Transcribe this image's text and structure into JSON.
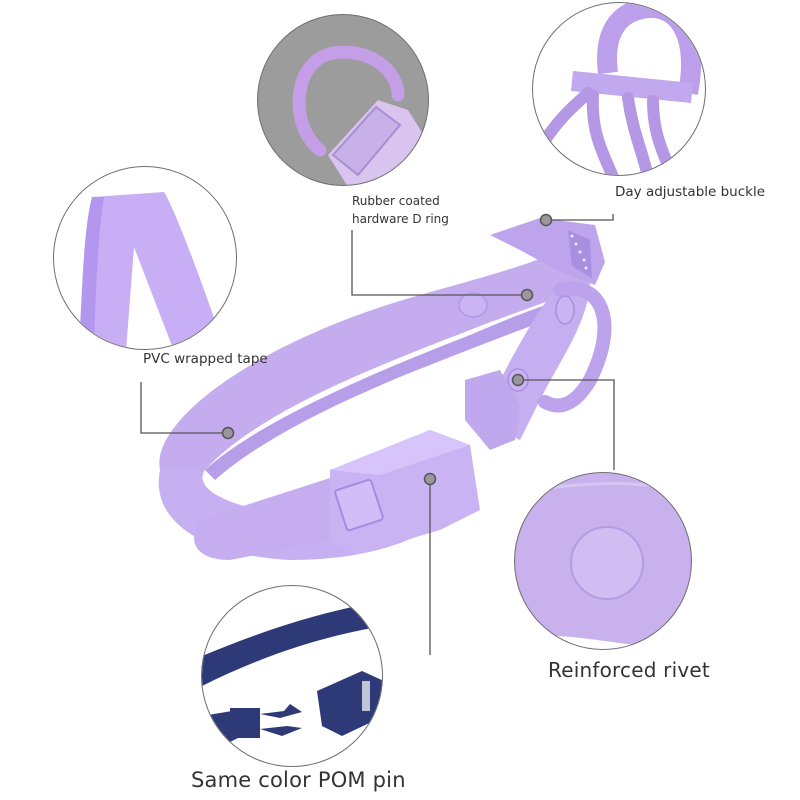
{
  "colors": {
    "collar": "#c8b0f0",
    "collar_shade": "#b59ae6",
    "collar_dark": "#9f85d6",
    "collar_light": "#dccbfa",
    "pom_pin_navy": "#2e3a78",
    "callout_line": "#555555",
    "callout_dot": "#9a969c",
    "dring_bg": "#9a9a9a"
  },
  "callouts": [
    {
      "id": "d-ring",
      "label_line1": "Rubber coated",
      "label_line2": "hardware D ring"
    },
    {
      "id": "buckle",
      "label": "Day adjustable buckle"
    },
    {
      "id": "tape",
      "label": "PVC wrapped tape"
    },
    {
      "id": "rivet",
      "label": "Reinforced rivet"
    },
    {
      "id": "pom-pin",
      "label": "Same color POM pin"
    }
  ]
}
